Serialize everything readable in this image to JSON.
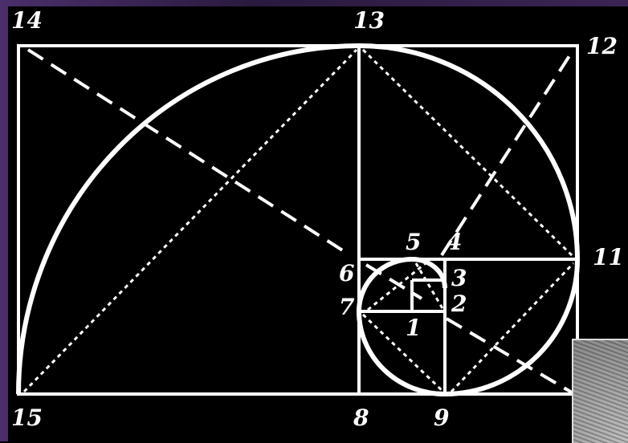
{
  "labels": {
    "l1": "1",
    "l2": "2",
    "l3": "3",
    "l4": "4",
    "l5": "5",
    "l6": "6",
    "l7": "7",
    "l8": "8",
    "l9": "9",
    "l11": "11",
    "l12": "12",
    "l13": "13",
    "l14": "14",
    "l15": "15"
  },
  "colors": {
    "line": "#ffffff",
    "background": "#000000",
    "frame": "#4a2f6b"
  }
}
